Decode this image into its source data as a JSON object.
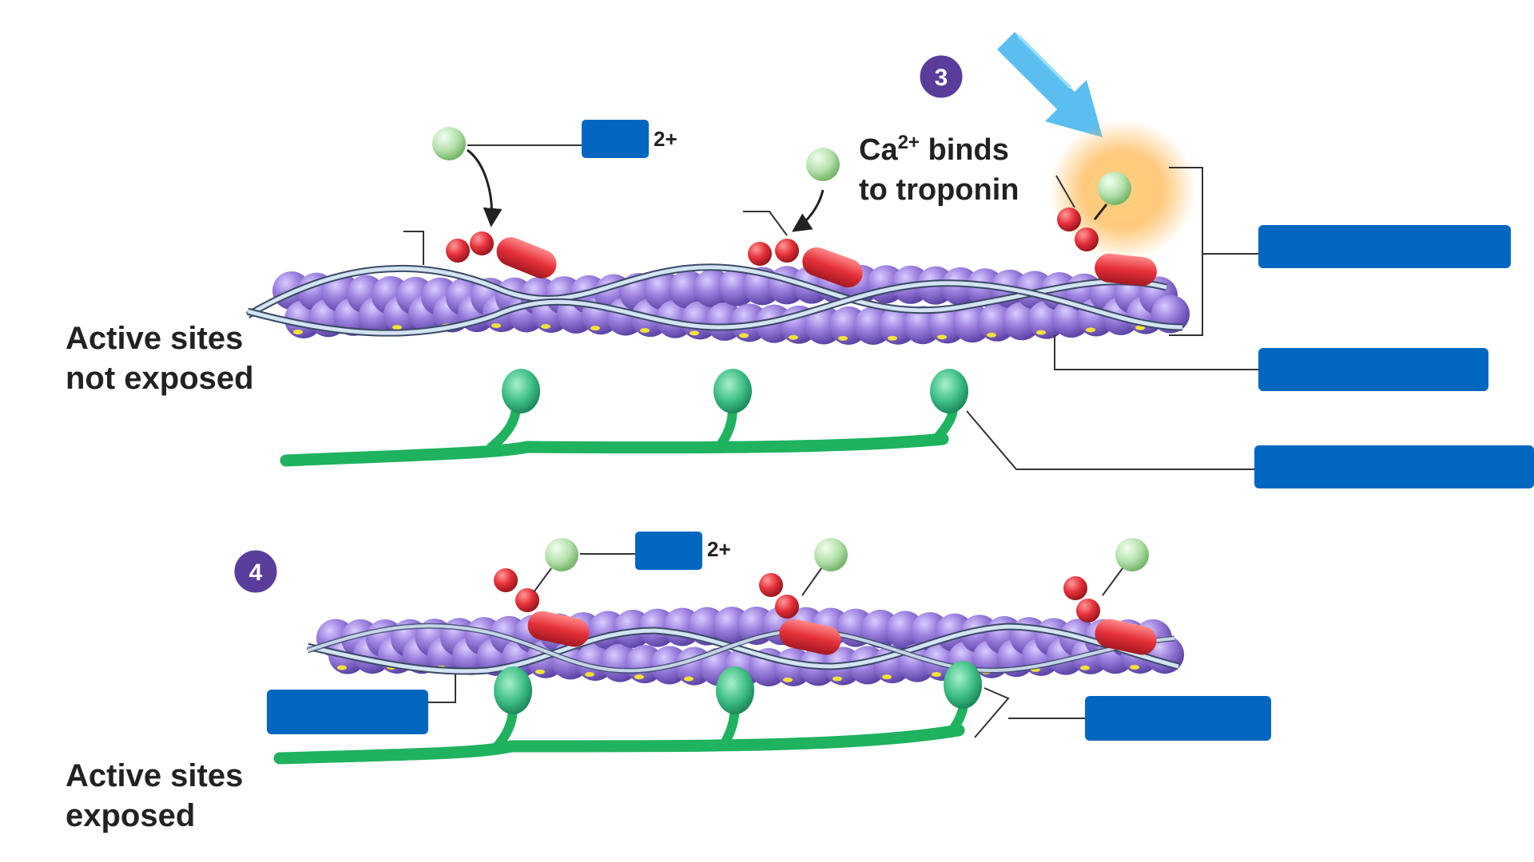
{
  "colors": {
    "actin": "#8d6fd0",
    "actin_light": "#b9a3ef",
    "tropomyosin": "#c9d9e8",
    "troponin": "#e5303a",
    "calcium": "#a9d9a0",
    "myosin": "#1fb25f",
    "myosin_head": "#43c28a",
    "answer_box": "#0067c0",
    "step_badge": "#5a3d9a",
    "signal_arrow": "#49b7f0",
    "glow": "#ffb347",
    "leader_line": "#333333"
  },
  "steps": {
    "three": "3",
    "four": "4"
  },
  "labels": {
    "ca_binds_line1_prefix": "Ca",
    "ca_binds_superscript": "2+",
    "ca_binds_line1_suffix": " binds",
    "ca_binds_line2": "to troponin",
    "top_active_sites_line1": "Active sites",
    "top_active_sites_line2": "not exposed",
    "bottom_active_sites_line1": "Active sites",
    "bottom_active_sites_line2": "exposed",
    "charge_top": "2+",
    "charge_bottom": "2+"
  },
  "answer_boxes": [
    {
      "id": "ca-top",
      "text": ""
    },
    {
      "id": "thin-filament",
      "text": ""
    },
    {
      "id": "actin",
      "text": ""
    },
    {
      "id": "myosin-head",
      "text": ""
    },
    {
      "id": "ca-bottom",
      "text": ""
    },
    {
      "id": "active-site",
      "text": ""
    },
    {
      "id": "cross-bridge",
      "text": ""
    }
  ]
}
